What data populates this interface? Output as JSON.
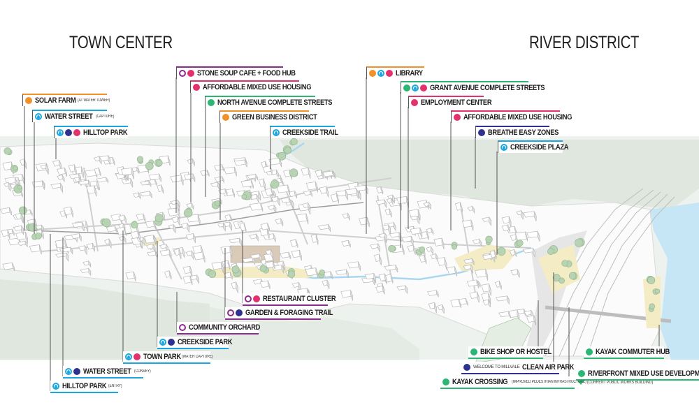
{
  "titles": {
    "town_center": "TOWN CENTER",
    "river_district": "RIVER DISTRICT"
  },
  "colors": {
    "energy": "#f0912a",
    "water": "#1ba6df",
    "air": "#2e3190",
    "equity": "#e2316d",
    "mobility": "#2bb673",
    "food": "#8d2a90",
    "hillside": "#dfe7df",
    "river": "#c7e6f5"
  },
  "icon_names": {
    "energy": "energy-icon",
    "water": "water-drop-icon",
    "air": "air-quality-icon",
    "equity": "housing-icon",
    "mobility": "mobility-icon",
    "food": "food-icon"
  },
  "labels": [
    {
      "id": "solar-farm",
      "text": "SOLAR FARM",
      "sub": "(AT WATER TOWER)",
      "icons": [
        "energy"
      ],
      "color": "energy"
    },
    {
      "id": "water-street-capture",
      "text": "WATER STREET",
      "sub": "(CAPTURE)",
      "icons": [
        "water"
      ],
      "color": "water"
    },
    {
      "id": "hilltop-park",
      "text": "HILLTOP PARK",
      "sub": "",
      "icons": [
        "water",
        "air",
        "equity"
      ],
      "color": "water"
    },
    {
      "id": "stone-soup-cafe",
      "text": "STONE SOUP CAFE + FOOD HUB",
      "sub": "",
      "icons": [
        "food",
        "equity"
      ],
      "color": "food"
    },
    {
      "id": "affordable-housing-town",
      "text": "AFFORDABLE MIXED USE HOUSING",
      "sub": "",
      "icons": [
        "equity"
      ],
      "color": "equity"
    },
    {
      "id": "north-avenue",
      "text": "NORTH AVENUE COMPLETE STREETS",
      "sub": "",
      "icons": [
        "mobility"
      ],
      "color": "mobility"
    },
    {
      "id": "green-business",
      "text": "GREEN BUSINESS DISTRICT",
      "sub": "",
      "icons": [
        "energy"
      ],
      "color": "energy"
    },
    {
      "id": "creekside-trail",
      "text": "CREEKSIDE TRAIL",
      "sub": "",
      "icons": [
        "water"
      ],
      "color": "water"
    },
    {
      "id": "library",
      "text": "LIBRARY",
      "sub": "",
      "icons": [
        "energy",
        "water",
        "equity"
      ],
      "color": "energy"
    },
    {
      "id": "grant-avenue",
      "text": "GRANT AVENUE COMPLETE STREETS",
      "sub": "",
      "icons": [
        "mobility",
        "water",
        "equity"
      ],
      "color": "mobility"
    },
    {
      "id": "employment-center",
      "text": "EMPLOYMENT CENTER",
      "sub": "",
      "icons": [
        "equity"
      ],
      "color": "equity"
    },
    {
      "id": "affordable-housing-river",
      "text": "AFFORDABLE MIXED USE HOUSING",
      "sub": "",
      "icons": [
        "equity"
      ],
      "color": "equity"
    },
    {
      "id": "breathe-easy",
      "text": "BREATHE EASY ZONES",
      "sub": "",
      "icons": [
        "air"
      ],
      "color": "air"
    },
    {
      "id": "creekside-plaza",
      "text": "CREEKSIDE PLAZA",
      "sub": "",
      "icons": [
        "water"
      ],
      "color": "water"
    },
    {
      "id": "restaurant-cluster",
      "text": "RESTAURANT CLUSTER",
      "sub": "",
      "icons": [
        "food",
        "equity"
      ],
      "color": "food"
    },
    {
      "id": "garden-foraging",
      "text": "GARDEN & FORAGING TRAIL",
      "sub": "",
      "icons": [
        "food",
        "air"
      ],
      "color": "food"
    },
    {
      "id": "community-orchard",
      "text": "COMMUNITY ORCHARD",
      "sub": "",
      "icons": [
        "food"
      ],
      "color": "food"
    },
    {
      "id": "creekside-park",
      "text": "CREEKSIDE PARK",
      "sub": "",
      "icons": [
        "water",
        "air"
      ],
      "color": "water"
    },
    {
      "id": "town-park",
      "text": "TOWN PARK",
      "sub": "(WATER CAPTURE)",
      "icons": [
        "water",
        "equity"
      ],
      "color": "water"
    },
    {
      "id": "water-street-convey",
      "text": "WATER STREET",
      "sub": "(CONVEY)",
      "icons": [
        "water",
        "air"
      ],
      "color": "water"
    },
    {
      "id": "hilltop-park-entry",
      "text": "HILLTOP PARK",
      "sub": "(ENTRY)",
      "icons": [
        "water"
      ],
      "color": "water"
    },
    {
      "id": "bike-shop",
      "text": "BIKE SHOP OR HOSTEL",
      "sub": "",
      "icons": [
        "mobility"
      ],
      "color": "mobility"
    },
    {
      "id": "clean-air-park",
      "text": "CLEAN AIR PARK",
      "pre": "WELCOME TO MILLVALE",
      "sub": "",
      "icons": [
        "air"
      ],
      "color": "air"
    },
    {
      "id": "kayak-crossing",
      "text": "KAYAK CROSSING",
      "sub": "(IMPROVED PEDESTRIAN INFRASTRUCTURE)",
      "icons": [
        "mobility"
      ],
      "color": "mobility"
    },
    {
      "id": "kayak-commuter-hub",
      "text": "KAYAK COMMUTER HUB",
      "sub": "",
      "icons": [
        "mobility"
      ],
      "color": "mobility"
    },
    {
      "id": "riverfront-development",
      "text": "RIVERFRONT MIXED USE DEVELOPMENT",
      "sub": "",
      "icons": [
        "mobility"
      ],
      "color": "mobility",
      "note": "(CURRENT PUBLIC WORKS BUILDING)"
    }
  ]
}
